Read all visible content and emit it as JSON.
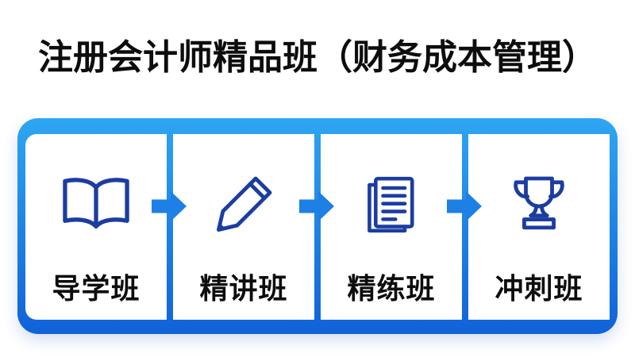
{
  "title": "注册会计师精品班（财务成本管理）",
  "colors": {
    "panel_blue": "#1062d8",
    "panel_blue_light": "#2ea6f2",
    "arrow_blue": "#1e7fe4",
    "icon_blue": "#1c3da0",
    "label_black": "#0d0d0d",
    "card_white": "#ffffff"
  },
  "flow_arrow_icon": "right-arrow-icon",
  "stages": [
    {
      "label": "导学班",
      "icon": "book-icon"
    },
    {
      "label": "精讲班",
      "icon": "pencil-icon"
    },
    {
      "label": "精练班",
      "icon": "document-icon"
    },
    {
      "label": "冲刺班",
      "icon": "trophy-icon"
    }
  ]
}
